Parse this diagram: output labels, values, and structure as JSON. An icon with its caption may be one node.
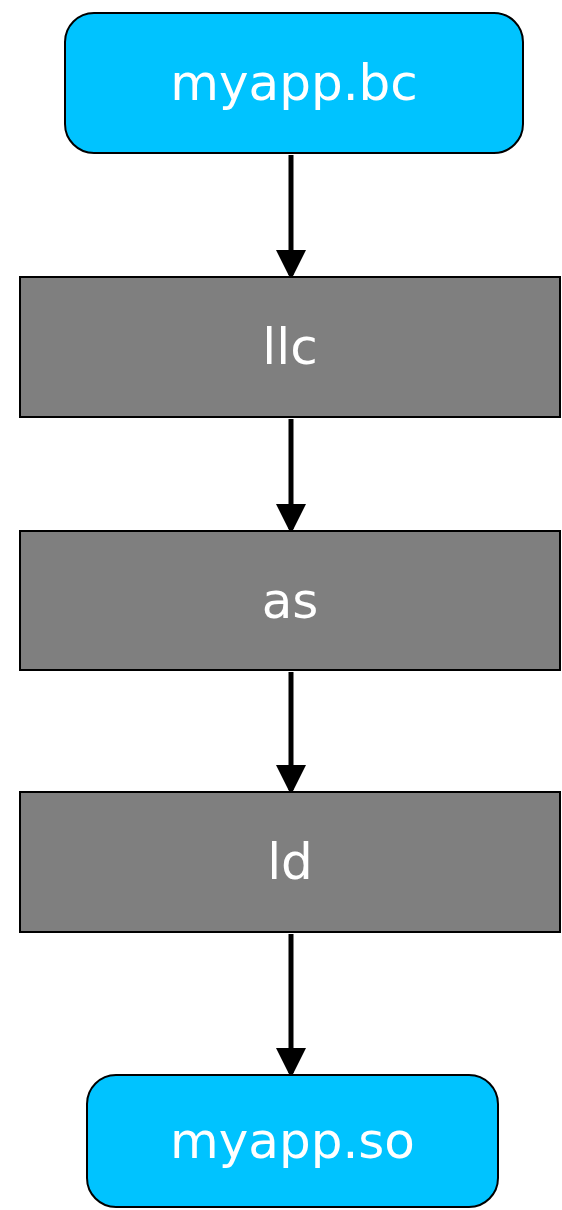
{
  "diagram": {
    "nodes": [
      {
        "text": [
          "myapp.bc"
        ]
      },
      {
        "text": [
          "llc"
        ]
      },
      {
        "text": [
          "as"
        ]
      },
      {
        "text": [
          "ld"
        ]
      },
      {
        "text": [
          "myapp.so"
        ]
      }
    ],
    "edges": [
      {
        "from": 0,
        "to": 1,
        "arrow": "to"
      },
      {
        "from": 1,
        "to": 2,
        "arrow": "to"
      },
      {
        "from": 2,
        "to": 3,
        "arrow": "to"
      },
      {
        "from": 3,
        "to": 4,
        "arrow": "to"
      }
    ]
  }
}
